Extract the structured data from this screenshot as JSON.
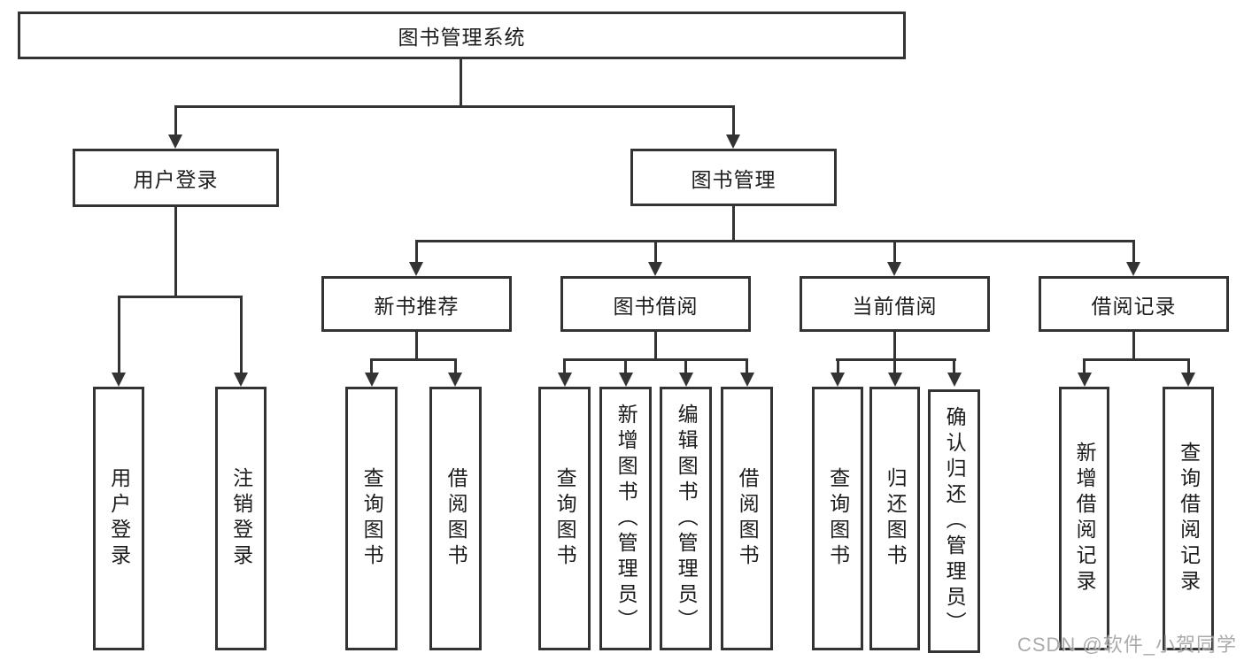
{
  "tree": {
    "root": "图书管理系统",
    "branches": [
      {
        "label": "用户登录",
        "children": [
          "用户登录",
          "注销登录"
        ]
      },
      {
        "label": "图书管理",
        "groups": [
          {
            "label": "新书推荐",
            "children": [
              "查询图书",
              "借阅图书"
            ]
          },
          {
            "label": "图书借阅",
            "children": [
              "查询图书",
              "新增图书（管理员）",
              "编辑图书（管理员）",
              "借阅图书"
            ]
          },
          {
            "label": "当前借阅",
            "children": [
              "查询图书",
              "归还图书",
              "确认归还（管理员）"
            ]
          },
          {
            "label": "借阅记录",
            "children": [
              "新增借阅记录",
              "查询借阅记录"
            ]
          }
        ]
      }
    ]
  },
  "watermark": "CSDN @软件_小贺同学",
  "colors": {
    "stroke": "#333333",
    "text": "#1c1c1c",
    "watermark": "#969696",
    "background": "#ffffff"
  }
}
